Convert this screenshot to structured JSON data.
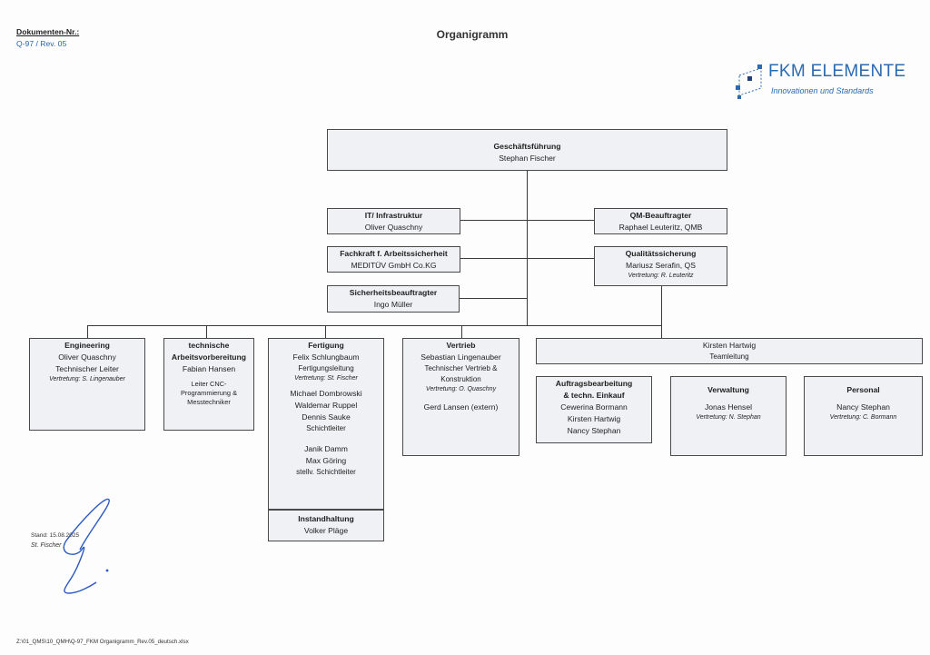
{
  "header": {
    "doc_number_label": "Dokumenten-Nr.:",
    "doc_number_value": "Q-97 / Rev. 05",
    "title": "Organigramm"
  },
  "logo": {
    "name": "FKM ELEMENTE",
    "tagline": "Innovationen und Standards",
    "color": "#2c6ab0"
  },
  "org": {
    "gf": {
      "title": "Geschäftsführung",
      "name": "Stephan Fischer"
    },
    "it": {
      "title": "IT/ Infrastruktur",
      "name": "Oliver Quaschny"
    },
    "fasi": {
      "title": "Fachkraft f. Arbeitssicherheit",
      "name": "MEDITÜV GmbH Co.KG"
    },
    "sibe": {
      "title": "Sicherheitsbeauftragter",
      "name": "Ingo Müller"
    },
    "qmb": {
      "title": "QM-Beauftragter",
      "name": "Raphael Leuteritz, QMB"
    },
    "qs": {
      "title": "Qualitätssicherung",
      "name": "Mariusz Serafin, QS",
      "deputy": "Vertretung: R. Leuteritz"
    },
    "engineering": {
      "title": "Engineering",
      "name": "Oliver Quaschny",
      "role": "Technischer Leiter",
      "deputy": "Vertretung: S. Lingenauber"
    },
    "av": {
      "title_1": "technische",
      "title_2": "Arbeitsvorbereitung",
      "name": "Fabian Hansen",
      "role_1": "Leiter CNC-",
      "role_2": "Programmierung &",
      "role_3": "Messtechniker"
    },
    "fertigung": {
      "title": "Fertigung",
      "name": "Felix Schlungbaum",
      "role": "Fertigungsleitung",
      "deputy": "Vertretung:  St. Fischer",
      "shift_1": "Michael Dombrowski",
      "shift_2": "Waldemar Ruppel",
      "shift_3": "Dennis Sauke",
      "shift_role": "Schichtleiter",
      "deputy_shift_1": "Janik Damm",
      "deputy_shift_2": "Max Göring",
      "deputy_shift_role": "stellv. Schichtleiter"
    },
    "instandhaltung": {
      "title": "Instandhaltung",
      "name": "Volker Pläge"
    },
    "vertrieb": {
      "title": "Vertrieb",
      "name": "Sebastian Lingenauber",
      "role_1": "Technischer Vertrieb &",
      "role_2": "Konstruktion",
      "deputy": "Vertretung: O. Quaschny",
      "extra": "Gerd Lansen (extern)"
    },
    "team": {
      "name": "Kirsten Hartwig",
      "role": "Teamleitung"
    },
    "auftrag": {
      "title_1": "Auftragsbearbeitung",
      "title_2": "& techn. Einkauf",
      "name_1": "Cewerina Bormann",
      "name_2": "Kirsten Hartwig",
      "name_3": "Nancy Stephan"
    },
    "verwaltung": {
      "title": "Verwaltung",
      "name": "Jonas Hensel",
      "deputy": "Vertretung: N. Stephan"
    },
    "personal": {
      "title": "Personal",
      "name": "Nancy Stephan",
      "deputy": "Vertretung: C. Bormann"
    }
  },
  "footer": {
    "stand": "Stand: 15.08.2025",
    "signer": "St. Fischer",
    "path": "Z:\\01_QMS\\10_QMH\\Q-97_FKM Organigramm_Rev.05_deutsch.xlsx"
  }
}
